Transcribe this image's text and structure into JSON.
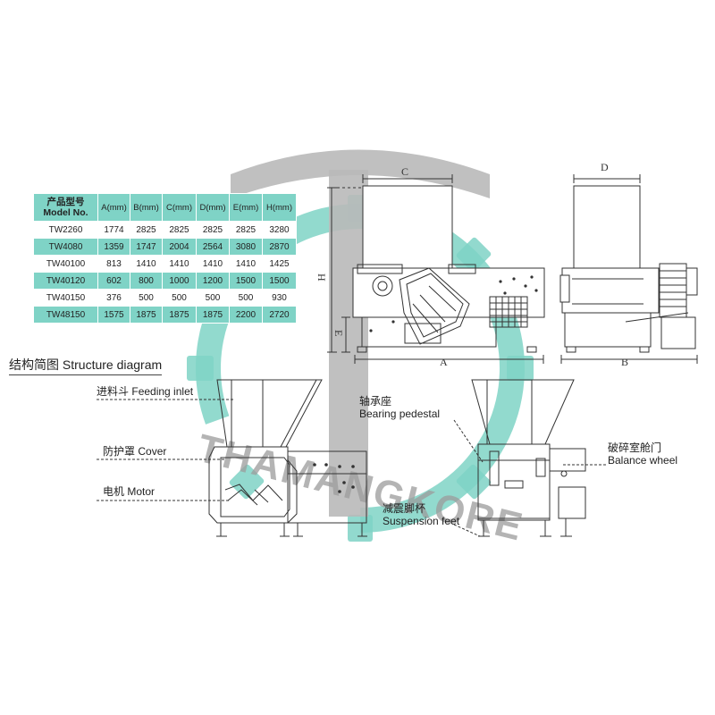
{
  "watermark": {
    "text": "THAMANGKORE",
    "logo_color": "#7fd3c6",
    "bar_color": "#b9b9b9"
  },
  "spec_table": {
    "header": [
      "产品型号\nModel No.",
      "A(mm)",
      "B(mm)",
      "C(mm)",
      "D(mm)",
      "E(mm)",
      "H(mm)"
    ],
    "rows": [
      [
        "TW2260",
        "1774",
        "2825",
        "2825",
        "2825",
        "2825",
        "3280"
      ],
      [
        "TW4080",
        "1359",
        "1747",
        "2004",
        "2564",
        "3080",
        "2870"
      ],
      [
        "TW40100",
        "813",
        "1410",
        "1410",
        "1410",
        "1410",
        "1425"
      ],
      [
        "TW40120",
        "602",
        "800",
        "1000",
        "1200",
        "1500",
        "1500"
      ],
      [
        "TW40150",
        "376",
        "500",
        "500",
        "500",
        "500",
        "930"
      ],
      [
        "TW48150",
        "1575",
        "1875",
        "1875",
        "1875",
        "2200",
        "2720"
      ]
    ],
    "row_colors": [
      "white",
      "teal",
      "white",
      "teal",
      "white",
      "teal"
    ]
  },
  "dimension_labels": {
    "a": "A",
    "b": "B",
    "c": "C",
    "d": "D",
    "e": "E",
    "h": "H"
  },
  "section_title": "结构简图 Structure diagram",
  "callouts": {
    "feeding_inlet": {
      "cn": "进料斗",
      "en": "Feeding inlet"
    },
    "cover": {
      "cn": "防护罩",
      "en": "Cover"
    },
    "motor": {
      "cn": "电机",
      "en": "Motor"
    },
    "bearing_pedestal": {
      "cn": "轴承座",
      "en": "Bearing pedestal"
    },
    "balance_wheel": {
      "cn": "破碎室舱门",
      "en": "Balance wheel"
    },
    "suspension_feet": {
      "cn": "减震脚杯",
      "en": "Suspension feet"
    }
  }
}
